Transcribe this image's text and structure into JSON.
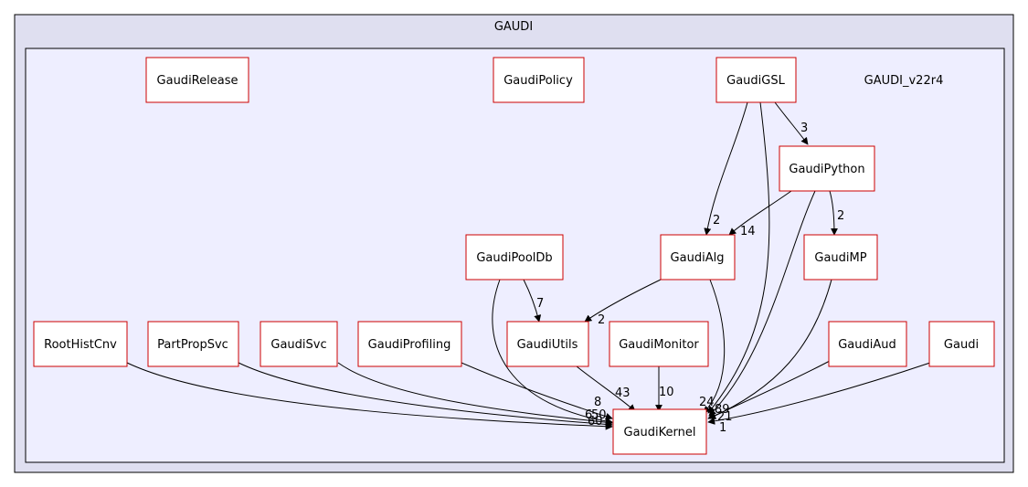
{
  "outer_cluster": {
    "label": "GAUDI"
  },
  "inner_cluster": {
    "label": "GAUDI_v22r4"
  },
  "colors": {
    "outer_fill": "#dfdff0",
    "inner_fill": "#eeeeff",
    "cluster_stroke": "#000000",
    "node_fill": "#ffffff",
    "node_stroke": "#cc0000",
    "edge_stroke": "#000000"
  },
  "nodes": {
    "GaudiRelease": "GaudiRelease",
    "GaudiPolicy": "GaudiPolicy",
    "GaudiGSL": "GaudiGSL",
    "GaudiPython": "GaudiPython",
    "GaudiPoolDb": "GaudiPoolDb",
    "GaudiAlg": "GaudiAlg",
    "GaudiMP": "GaudiMP",
    "RootHistCnv": "RootHistCnv",
    "PartPropSvc": "PartPropSvc",
    "GaudiSvc": "GaudiSvc",
    "GaudiProfiling": "GaudiProfiling",
    "GaudiUtils": "GaudiUtils",
    "GaudiMonitor": "GaudiMonitor",
    "GaudiAud": "GaudiAud",
    "Gaudi": "Gaudi",
    "GaudiKernel": "GaudiKernel"
  },
  "edge_labels": {
    "gsl_python": "3",
    "gsl_alg": "2",
    "python_alg": "14",
    "python_mp": "2",
    "pooldb_utils": "7",
    "alg_utils": "2",
    "profiling_kernel": "8",
    "utils_kernel": "43",
    "monitor_kernel": "10",
    "gaudi_kernel": "1",
    "overlap_left": "6",
    "overlap_left2": "50",
    "overlap_left3": "60",
    "overlap_right1": "24",
    "overlap_right2": "89",
    "overlap_right3": "21"
  }
}
